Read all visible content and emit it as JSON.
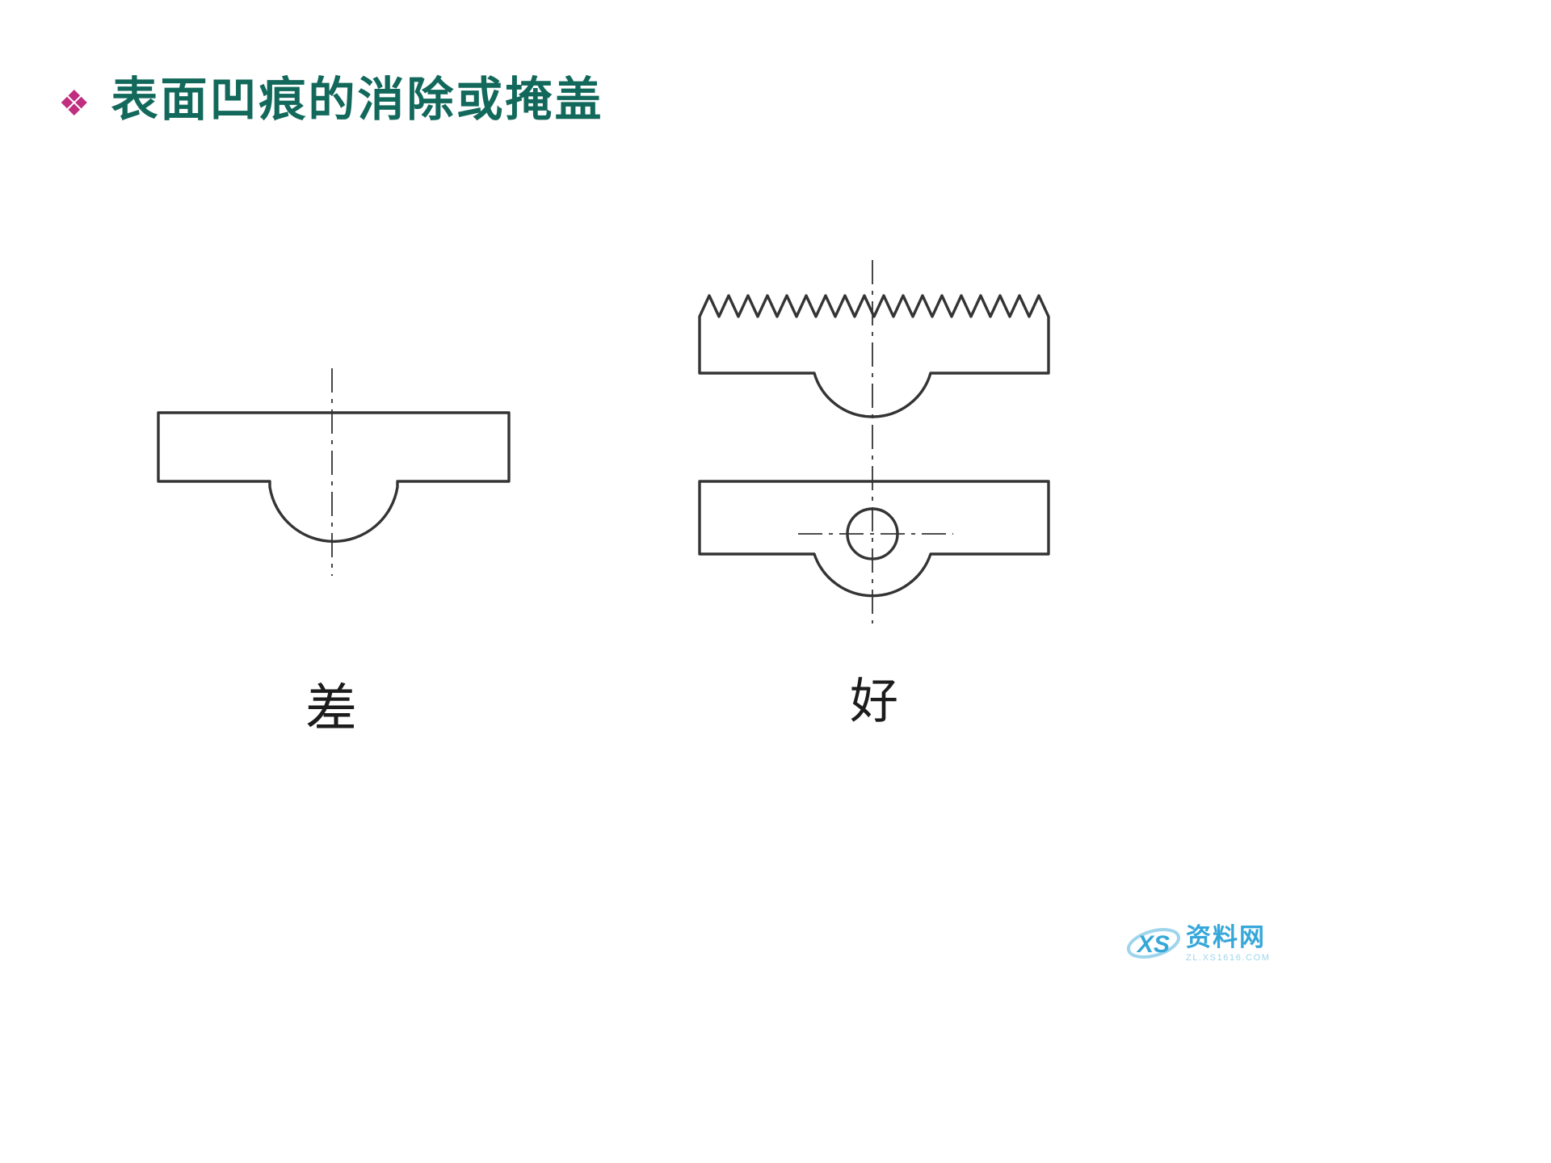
{
  "slide": {
    "bullet_glyph": "❖",
    "title": "表面凹痕的消除或掩盖"
  },
  "figures": {
    "bad": {
      "label": "差"
    },
    "good": {
      "label": "好"
    }
  },
  "watermark": {
    "logo_text": "XS",
    "site_name": "资料网",
    "site_url": "ZL.XS1616.COM"
  },
  "colors": {
    "title": "#12695b",
    "bullet": "#c02e80",
    "line": "#343434",
    "watermark_primary": "#35a7d9",
    "watermark_light": "#9ed5ec"
  }
}
